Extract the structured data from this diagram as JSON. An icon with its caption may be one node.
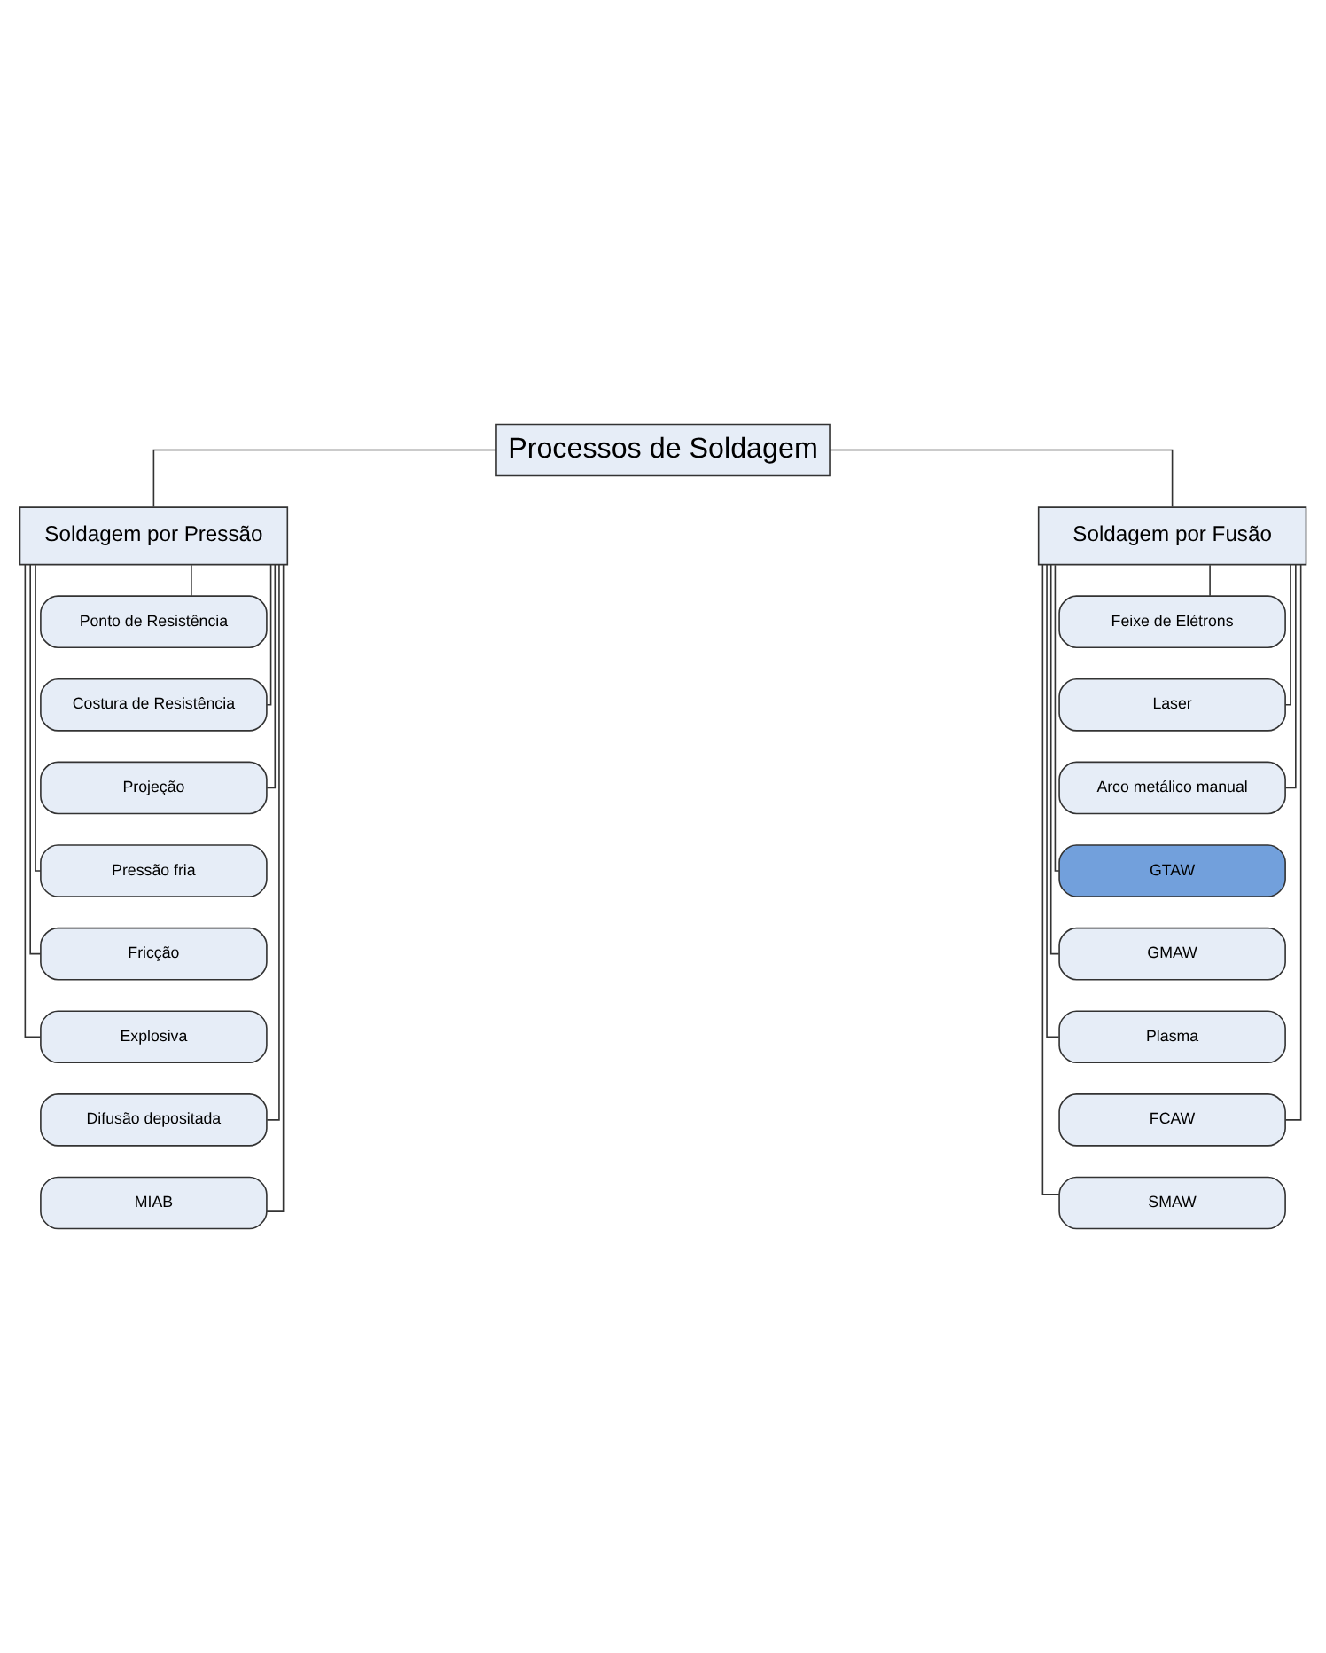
{
  "diagram": {
    "nodes": [
      {
        "text": [
          "Processos de Soldagem"
        ]
      },
      {
        "text": [
          "Soldagem por Pressão"
        ]
      },
      {
        "text": [
          "Ponto de Resistência"
        ]
      },
      {
        "text": [
          "Costura de Resistência"
        ]
      },
      {
        "text": [
          "Projeção"
        ]
      },
      {
        "text": [
          "Pressão fria"
        ]
      },
      {
        "text": [
          "Fricção"
        ]
      },
      {
        "text": [
          "Explosiva"
        ]
      },
      {
        "text": [
          "Difusão depositada"
        ]
      },
      {
        "text": [
          "MIAB"
        ]
      },
      {
        "text": [
          "Soldagem por Fusão"
        ]
      },
      {
        "text": [
          "Feixe de Elétrons"
        ]
      },
      {
        "text": [
          "Laser"
        ]
      },
      {
        "text": [
          "Arco metálico manual"
        ]
      },
      {
        "text": [
          "GTAW"
        ]
      },
      {
        "text": [
          "GMAW"
        ]
      },
      {
        "text": [
          "Plasma"
        ]
      },
      {
        "text": [
          "FCAW"
        ]
      },
      {
        "text": [
          "SMAW"
        ]
      }
    ],
    "edges": [
      {
        "from": 0,
        "to": 1,
        "arrow": "none"
      },
      {
        "from": 0,
        "to": 10,
        "arrow": "none"
      },
      {
        "from": 1,
        "to": 2,
        "arrow": "none"
      },
      {
        "from": 1,
        "to": 3,
        "arrow": "none"
      },
      {
        "from": 1,
        "to": 4,
        "arrow": "none"
      },
      {
        "from": 1,
        "to": 5,
        "arrow": "none"
      },
      {
        "from": 1,
        "to": 6,
        "arrow": "none"
      },
      {
        "from": 1,
        "to": 7,
        "arrow": "none"
      },
      {
        "from": 1,
        "to": 8,
        "arrow": "none"
      },
      {
        "from": 1,
        "to": 9,
        "arrow": "none"
      },
      {
        "from": 10,
        "to": 11,
        "arrow": "none"
      },
      {
        "from": 10,
        "to": 12,
        "arrow": "none"
      },
      {
        "from": 10,
        "to": 13,
        "arrow": "none"
      },
      {
        "from": 10,
        "to": 14,
        "arrow": "none"
      },
      {
        "from": 10,
        "to": 15,
        "arrow": "none"
      },
      {
        "from": 10,
        "to": 16,
        "arrow": "none"
      },
      {
        "from": 10,
        "to": 17,
        "arrow": "none"
      },
      {
        "from": 10,
        "to": 18,
        "arrow": "none"
      }
    ]
  }
}
